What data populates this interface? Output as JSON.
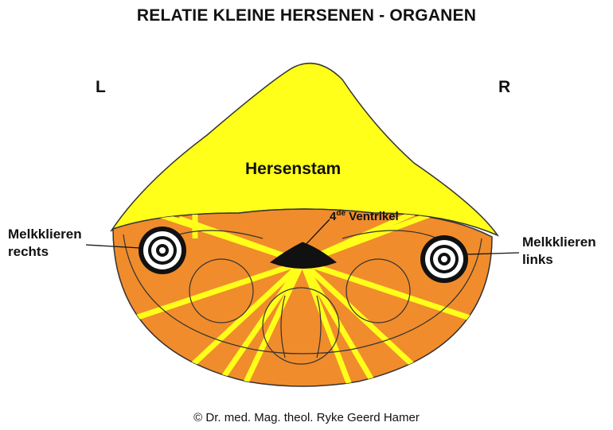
{
  "title": "RELATIE KLEINE HERSENEN - ORGANEN",
  "side_left": "L",
  "side_right": "R",
  "labels": {
    "brainstem": "Hersenstam",
    "ventricle_prefix": "4",
    "ventricle_sup": "de",
    "ventricle_suffix": " Ventrikel",
    "mammary_right_line1": "Melkklieren",
    "mammary_right_line2": "rechts",
    "mammary_left_line1": "Melkklieren",
    "mammary_left_line2": "links"
  },
  "copyright": "© Dr. med. Mag. theol. Ryke Geerd Hamer",
  "colors": {
    "brainstem": "#ffff1a",
    "cerebellum": "#f08c2c",
    "stripe": "#ffff1a",
    "ventricle": "#111111",
    "outline": "#333333"
  }
}
